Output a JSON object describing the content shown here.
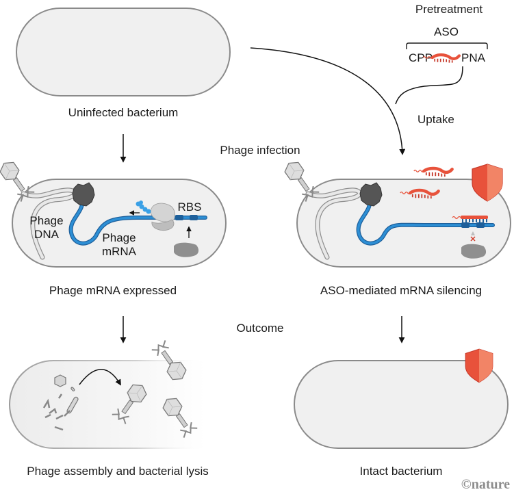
{
  "figure": {
    "header": {
      "pretreatment": "Pretreatment",
      "aso": "ASO",
      "cpp": "CPP",
      "pna": "PNA",
      "uptake": "Uptake"
    },
    "stages": {
      "uninfected": "Uninfected bacterium",
      "phage_infection": "Phage infection",
      "mrna_expressed": "Phage mRNA expressed",
      "aso_silencing": "ASO-mediated mRNA silencing",
      "outcome": "Outcome",
      "lysis": "Phage assembly and bacterial lysis",
      "intact": "Intact bacterium"
    },
    "inner_labels": {
      "phage_dna_1": "Phage",
      "phage_dna_2": "DNA",
      "phage_mrna_1": "Phage",
      "phage_mrna_2": "mRNA",
      "rbs": "RBS"
    },
    "credit": "©nature",
    "colors": {
      "cell_fill": "#f0f0f0",
      "cell_stroke": "#8a8a8a",
      "mrna": "#2d8fd5",
      "mrna_dark": "#1e5f9a",
      "aso_red": "#e8523b",
      "shield_light": "#f28466",
      "ribosome": "#c9c9c9",
      "polymerase": "#555555"
    }
  }
}
